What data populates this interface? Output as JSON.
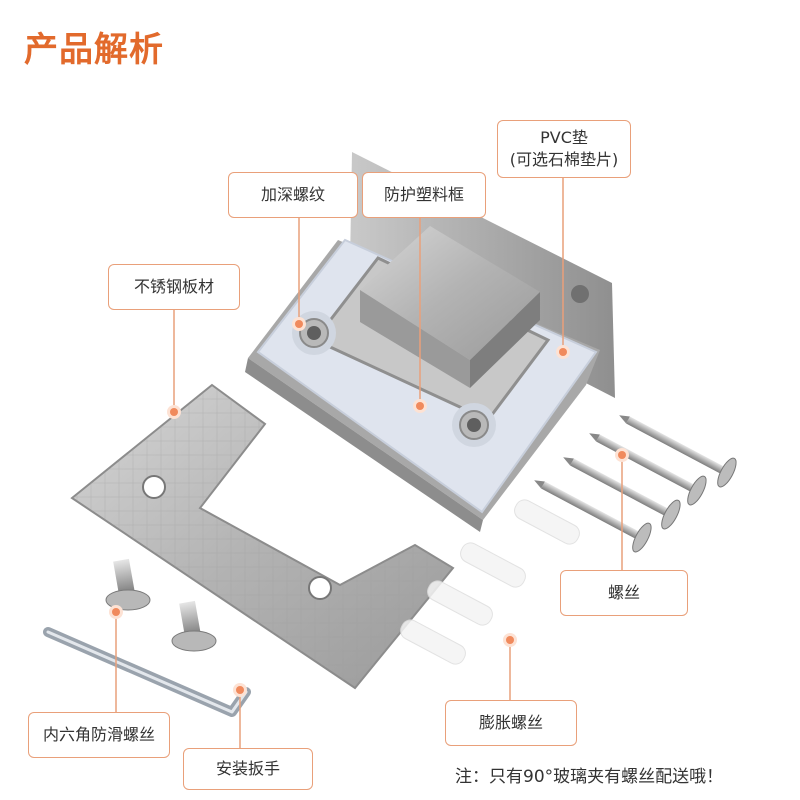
{
  "title": "产品解析",
  "labels": {
    "pvc_pad": "PVC垫",
    "pvc_pad_note": "(可选石棉垫片)",
    "deep_thread": "加深螺纹",
    "plastic_frame": "防护塑料框",
    "stainless_plate": "不锈钢板材",
    "screws": "螺丝",
    "expansion_screws": "膨胀螺丝",
    "hex_screws": "内六角防滑螺丝",
    "wrench": "安装扳手"
  },
  "note": "注：只有90°玻璃夹有螺丝配送哦！",
  "colors": {
    "accent": "#e26a2c",
    "callout_border": "#e9a07a",
    "dot": "#f08a5d",
    "steel": "#b9b9b9",
    "pvc": "#dde3ee"
  }
}
